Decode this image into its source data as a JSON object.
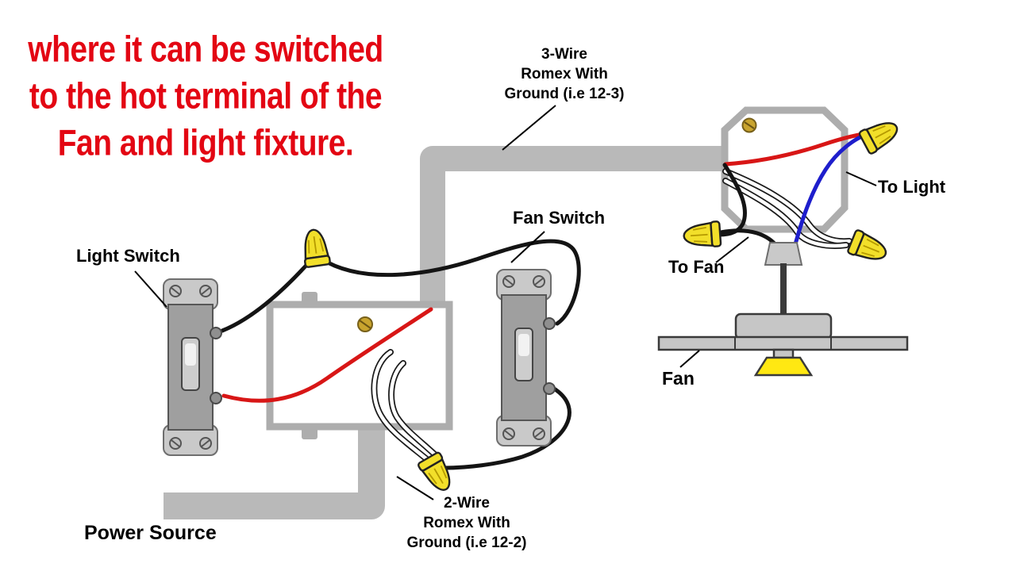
{
  "title": {
    "lines": [
      "where it can be switched",
      "to the hot terminal of the",
      "Fan and light fixture."
    ]
  },
  "labels": {
    "romex3": "3-Wire\nRomex With\nGround (i.e 12-3)",
    "fan_switch": "Fan Switch",
    "light_switch": "Light Switch",
    "to_light": "To Light",
    "to_fan": "To Fan",
    "fan": "Fan",
    "power_source": "Power Source",
    "romex2": "2-Wire\nRomex With\nGround (i.e 12-2)"
  },
  "colors": {
    "title_red": "#e30613",
    "conduit": "#b9b9b9",
    "wire_black": "#141414",
    "wire_red": "#d81616",
    "wire_white": "#ffffff",
    "wire_blue": "#1e1ecc",
    "wire_nut": "#f2df2a",
    "light_yellow": "#ffe812"
  }
}
